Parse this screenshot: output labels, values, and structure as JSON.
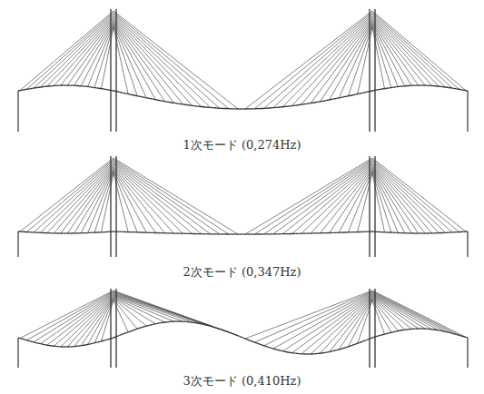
{
  "diagram": {
    "labels": [
      "1次モード (0,274Hz)",
      "2次モード (0,347Hz)",
      "3次モード (0,410Hz)"
    ]
  }
}
